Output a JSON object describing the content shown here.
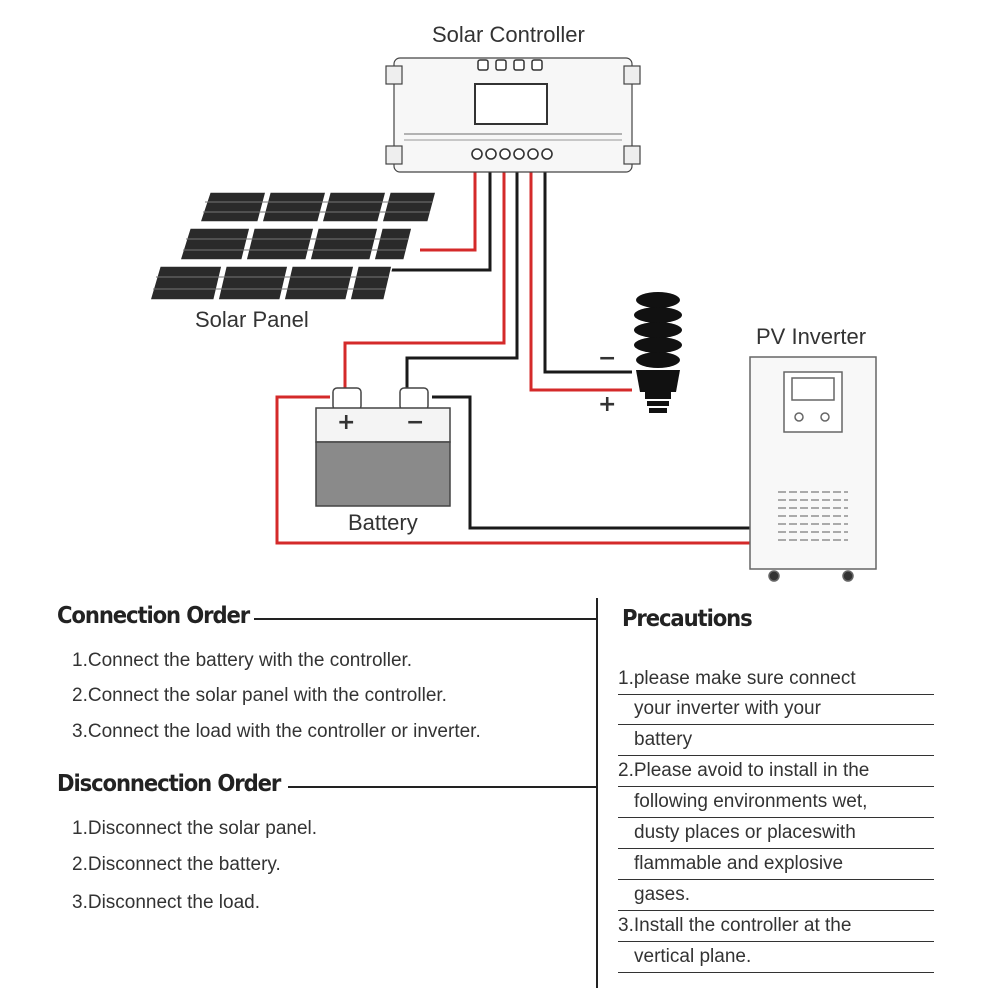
{
  "diagram": {
    "controller_label": "Solar Controller",
    "panel_label": "Solar Panel",
    "battery_label": "Battery",
    "inverter_label": "PV Inverter",
    "battery_plus": "+",
    "battery_minus": "−",
    "load_minus": "−",
    "load_plus": "+",
    "wire_colors": {
      "positive": "#d42a2a",
      "negative": "#1a1a1a"
    }
  },
  "connection": {
    "title": "Connection Order",
    "items": [
      "1.Connect the battery with the controller.",
      "2.Connect the solar panel with the controller.",
      "3.Connect the load with the controller or inverter."
    ]
  },
  "disconnection": {
    "title": "Disconnection Order",
    "items": [
      "1.Disconnect the solar panel.",
      "2.Disconnect the battery.",
      "3.Disconnect the load."
    ]
  },
  "precautions": {
    "title": "Precautions",
    "lines": [
      "1.please make sure connect",
      "your inverter with your",
      "battery",
      "2.Please avoid to install in the",
      "following environments wet,",
      "dusty places or placeswith",
      "flammable and explosive",
      "gases.",
      "3.Install the controller at the",
      "vertical plane."
    ]
  }
}
